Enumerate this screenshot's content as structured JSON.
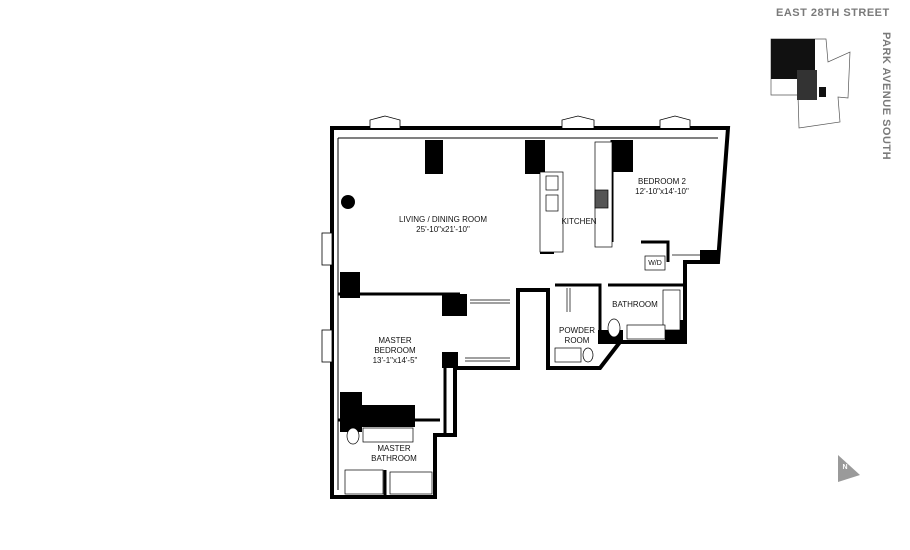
{
  "streets": {
    "top": "EAST 28TH STREET",
    "side": "PARK AVENUE SOUTH"
  },
  "rooms": [
    {
      "name": "LIVING / DINING ROOM",
      "size": "25'-10\"x21'-10\""
    },
    {
      "name": "BEDROOM 2",
      "size": "12'-10\"x14'-10\""
    },
    {
      "name": "KITCHEN"
    },
    {
      "name": "W/D"
    },
    {
      "name": "BATHROOM"
    },
    {
      "name": "POWDER ROOM"
    },
    {
      "name": "MASTER BEDROOM",
      "size": "13'-1\"x14'-5\""
    },
    {
      "name": "MASTER BATHROOM"
    }
  ],
  "compass": {
    "label": "N",
    "color": "#9a9a9a"
  }
}
